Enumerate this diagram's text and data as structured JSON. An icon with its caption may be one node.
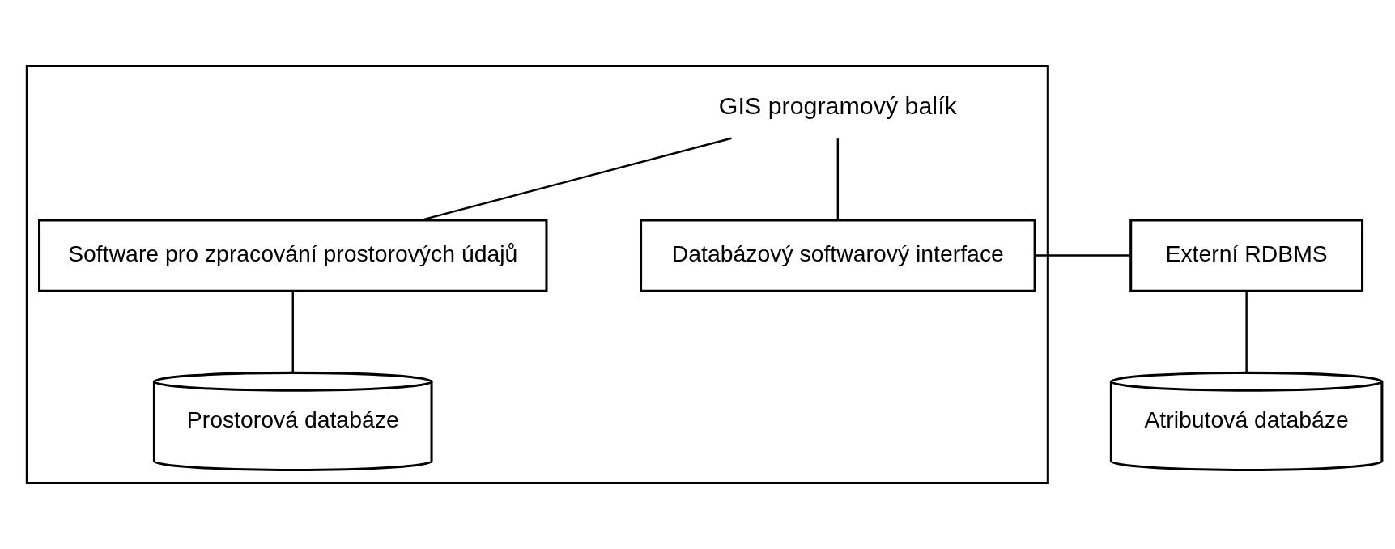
{
  "diagram": {
    "nodes": [
      {
        "text": [],
        "shape": "box"
      },
      {
        "text": [
          "GIS programový balík"
        ],
        "in": 0
      },
      {
        "text": [
          "Software pro zpracování prostorových údajů"
        ],
        "in": 0
      },
      {
        "text": [
          "Databázový softwarový interface"
        ],
        "in": 0
      },
      {
        "text": [
          "Prostorová databáze"
        ],
        "in": 0
      },
      {
        "text": [
          "Externí RDBMS"
        ]
      },
      {
        "text": [
          "Atributová databáze"
        ]
      }
    ],
    "edges": [
      {
        "from": 1,
        "to": 2,
        "arrow": "none"
      },
      {
        "from": 1,
        "to": 3,
        "arrow": "none"
      },
      {
        "from": 2,
        "to": 4,
        "arrow": "none"
      },
      {
        "from": 3,
        "to": 5,
        "arrow": "none"
      },
      {
        "from": 5,
        "to": 6,
        "arrow": "none"
      }
    ]
  }
}
